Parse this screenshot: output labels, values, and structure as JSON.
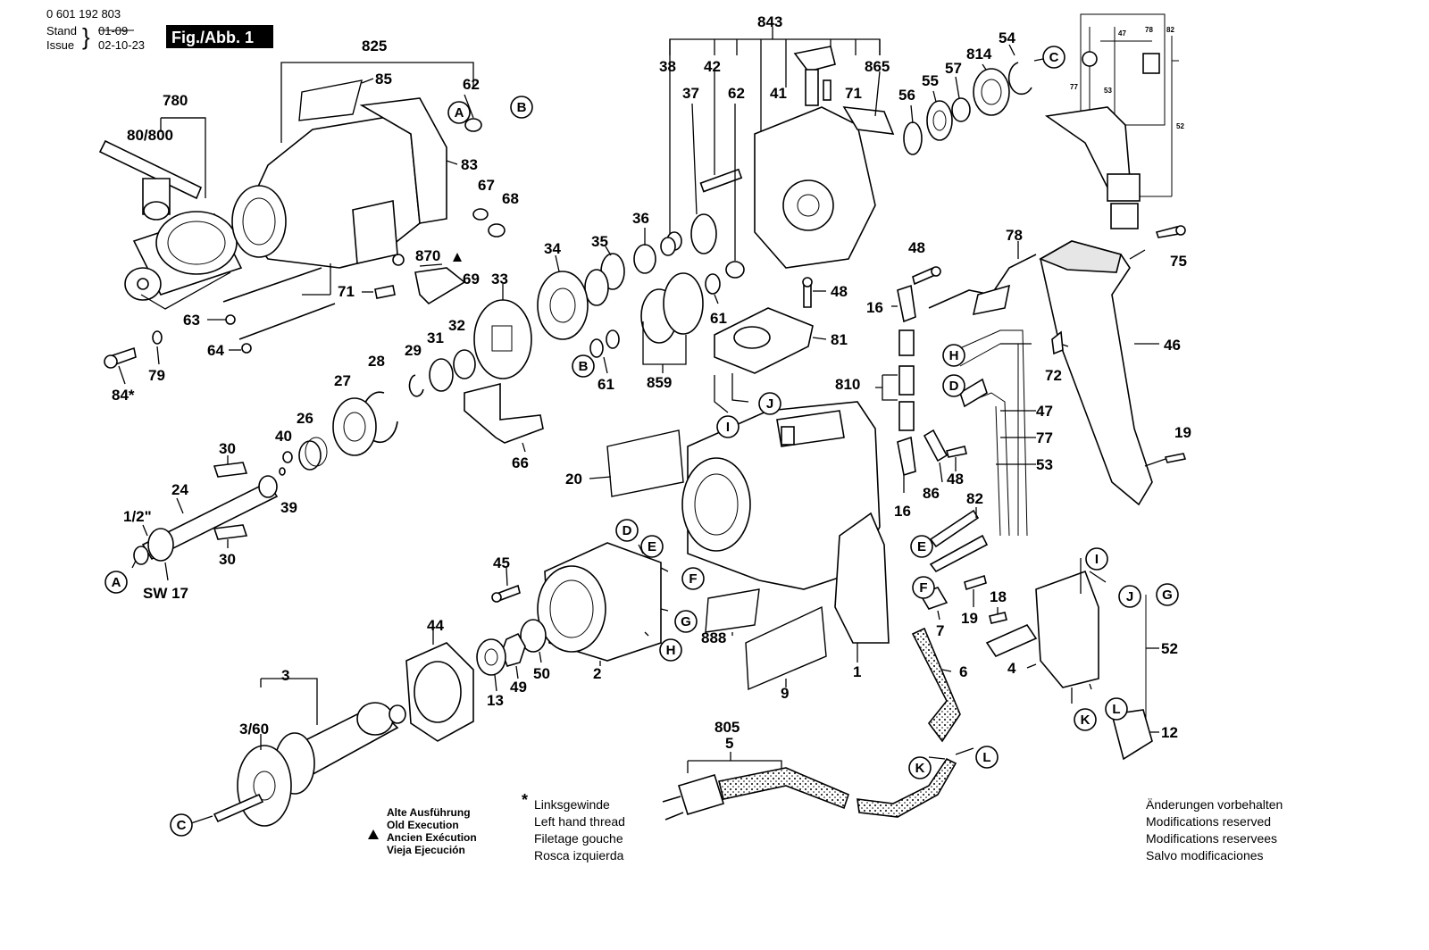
{
  "header": {
    "part_number": "0 601 192 803",
    "stand_label": "Stand",
    "issue_label": "Issue",
    "stand_value": "01-09",
    "issue_value": "02-10-23",
    "figure_label": "Fig./Abb. 1"
  },
  "callout_numbers": {
    "n843": "843",
    "n825": "825",
    "n780": "780",
    "n80_800": "80/800",
    "n85": "85",
    "n62a": "62",
    "n83": "83",
    "n67": "67",
    "n68": "68",
    "n870": "870",
    "n69": "69",
    "n71a": "71",
    "n63": "63",
    "n64": "64",
    "n84": "84*",
    "n79": "79",
    "n38": "38",
    "n42": "42",
    "n865": "865",
    "n37": "37",
    "n62b": "62",
    "n41": "41",
    "n71b": "71",
    "n54": "54",
    "n814": "814",
    "n57": "57",
    "n55": "55",
    "n56": "56",
    "n36": "36",
    "n35": "35",
    "n34": "34",
    "n33": "33",
    "n32": "32",
    "n31": "31",
    "n29": "29",
    "n28": "28",
    "n27": "27",
    "n26": "26",
    "n40": "40",
    "n39": "39",
    "n30a": "30",
    "n30b": "30",
    "n24": "24",
    "n12in": "1/2\"",
    "nSW17": "SW 17",
    "n61a": "61",
    "n61b": "61",
    "n859": "859",
    "n48a": "48",
    "n81": "81",
    "n66": "66",
    "n20": "20",
    "n78": "78",
    "n75": "75",
    "n48b": "48",
    "n16a": "16",
    "n46": "46",
    "n72": "72",
    "n810": "810",
    "n47": "47",
    "n77": "77",
    "n53": "53",
    "n48c": "48",
    "n86": "86",
    "n16b": "16",
    "n19a": "19",
    "n82": "82",
    "n45": "45",
    "n2": "2",
    "n50": "50",
    "n49": "49",
    "n13": "13",
    "n888": "888",
    "n9": "9",
    "n1": "1",
    "n44": "44",
    "n3": "3",
    "n3_60": "3/60",
    "n7": "7",
    "n18": "18",
    "n19b": "19",
    "n6": "6",
    "n4": "4",
    "n52": "52",
    "n12": "12",
    "n805": "805",
    "n5": "5"
  },
  "callout_letters": {
    "A": "A",
    "B": "B",
    "C": "C",
    "D": "D",
    "E": "E",
    "F": "F",
    "G": "G",
    "H": "H",
    "I": "I",
    "J": "J",
    "K": "K",
    "L": "L"
  },
  "wiring_inset": {
    "w47": "47",
    "w78": "78",
    "w82": "82",
    "w77": "77",
    "w53": "53",
    "w52": "52"
  },
  "legend": {
    "old_execution": [
      "Alte Ausführung",
      "Old Execution",
      "Ancien Exécution",
      "Vieja Ejecución"
    ],
    "left_hand_thread": [
      "Linksgewinde",
      "Left hand thread",
      "Filetage gouche",
      "Rosca izquierda"
    ],
    "modifications": [
      "Änderungen vorbehalten",
      "Modifications reserved",
      "Modifications reservees",
      "Salvo modificaciones"
    ]
  }
}
